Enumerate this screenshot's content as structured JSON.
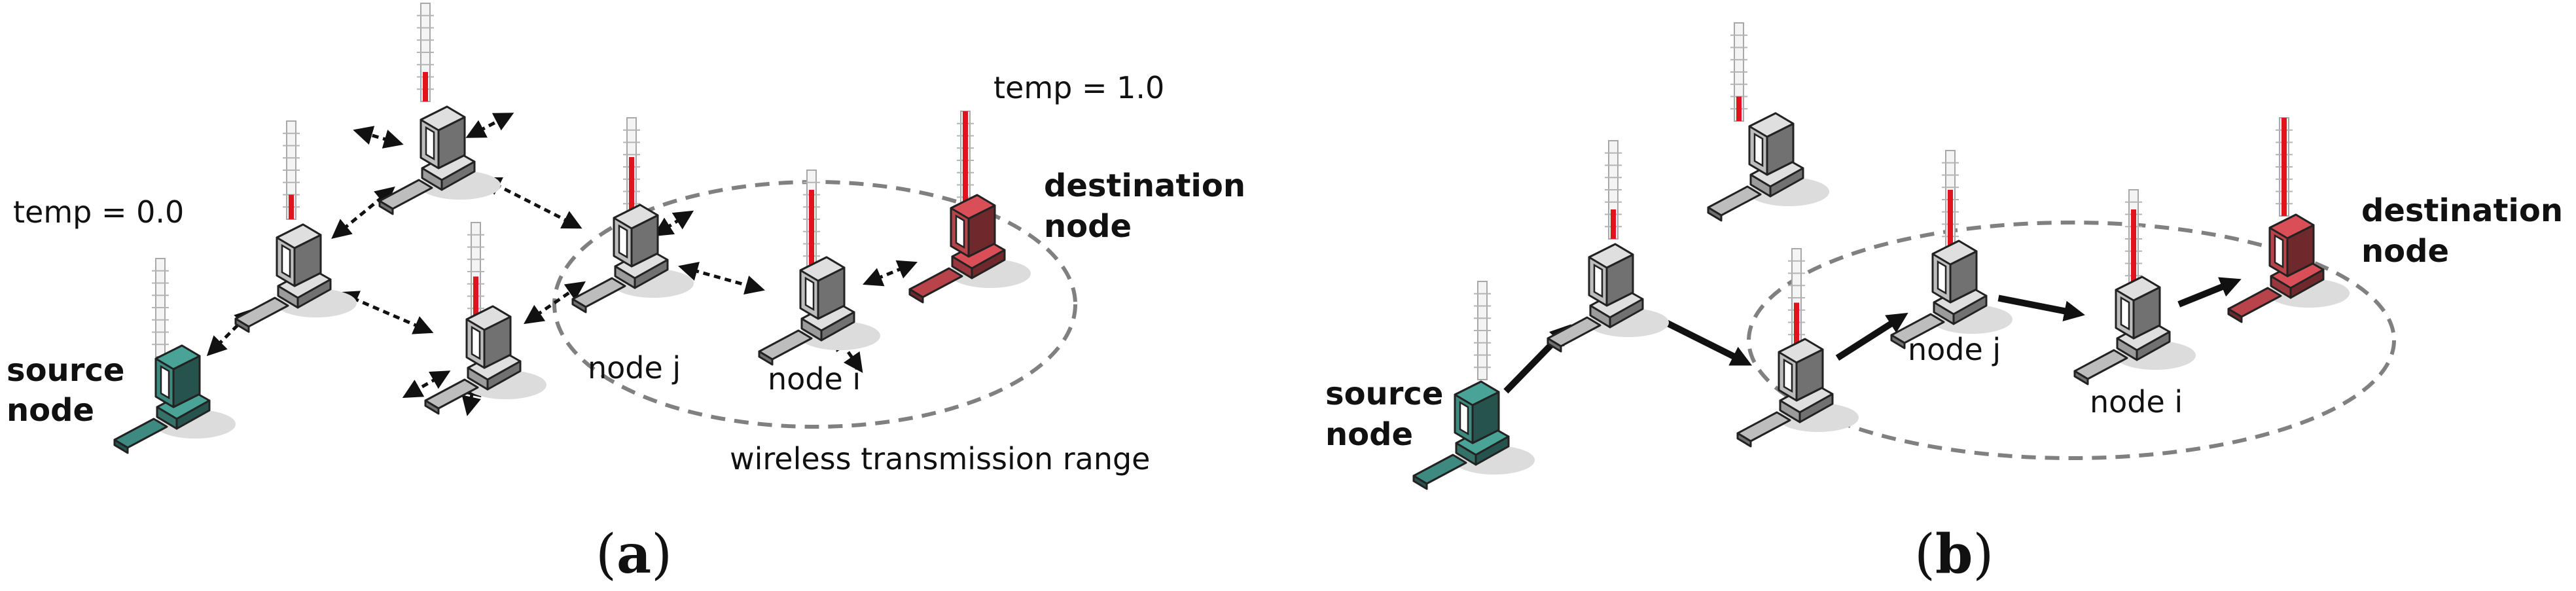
{
  "colors": {
    "source": "#3f8a80",
    "destination": "#b9434a",
    "normal": "#bdbdbd",
    "thermo_fill": "#e0141e",
    "range_ellipse": "#808080"
  },
  "icons": {
    "computer": "desktop-computer-icon",
    "thermometer": "temperature-gauge-icon"
  },
  "panel_a": {
    "caption": "a",
    "labels": {
      "temp_low": "temp = 0.0",
      "temp_high": "temp = 1.0",
      "source": [
        "source",
        "node"
      ],
      "destination": [
        "destination",
        "node"
      ],
      "node_j": "node j",
      "node_i": "node i",
      "range": "wireless transmission range"
    },
    "nodes": [
      {
        "id": "source",
        "role": "source",
        "temperature": 0.0
      },
      {
        "id": "n1",
        "role": "normal",
        "temperature": 0.25
      },
      {
        "id": "n2",
        "role": "normal",
        "temperature": 0.3
      },
      {
        "id": "n3",
        "role": "normal",
        "temperature": 0.45
      },
      {
        "id": "node_j",
        "role": "normal",
        "temperature": 0.6
      },
      {
        "id": "node_i",
        "role": "normal",
        "temperature": 0.8
      },
      {
        "id": "destination",
        "role": "destination",
        "temperature": 1.0
      }
    ],
    "links": [
      [
        "source",
        "n1"
      ],
      [
        "n1",
        "n2"
      ],
      [
        "n1",
        "n3"
      ],
      [
        "n2",
        "node_j"
      ],
      [
        "n3",
        "node_j"
      ],
      [
        "node_j",
        "node_i"
      ],
      [
        "node_i",
        "destination"
      ]
    ]
  },
  "panel_b": {
    "caption": "b",
    "labels": {
      "source": [
        "source",
        "node"
      ],
      "destination": [
        "destination",
        "node"
      ],
      "node_j": "node j",
      "node_i": "node i"
    },
    "nodes": [
      {
        "id": "source",
        "role": "source",
        "temperature": 0.0
      },
      {
        "id": "n1",
        "role": "normal",
        "temperature": 0.3
      },
      {
        "id": "n2",
        "role": "normal",
        "temperature": 0.25
      },
      {
        "id": "n3",
        "role": "normal",
        "temperature": 0.45
      },
      {
        "id": "node_j",
        "role": "normal",
        "temperature": 0.6
      },
      {
        "id": "node_i",
        "role": "normal",
        "temperature": 0.8
      },
      {
        "id": "destination",
        "role": "destination",
        "temperature": 1.0
      }
    ],
    "path": [
      "source",
      "n1",
      "n3",
      "node_j",
      "node_i",
      "destination"
    ]
  }
}
